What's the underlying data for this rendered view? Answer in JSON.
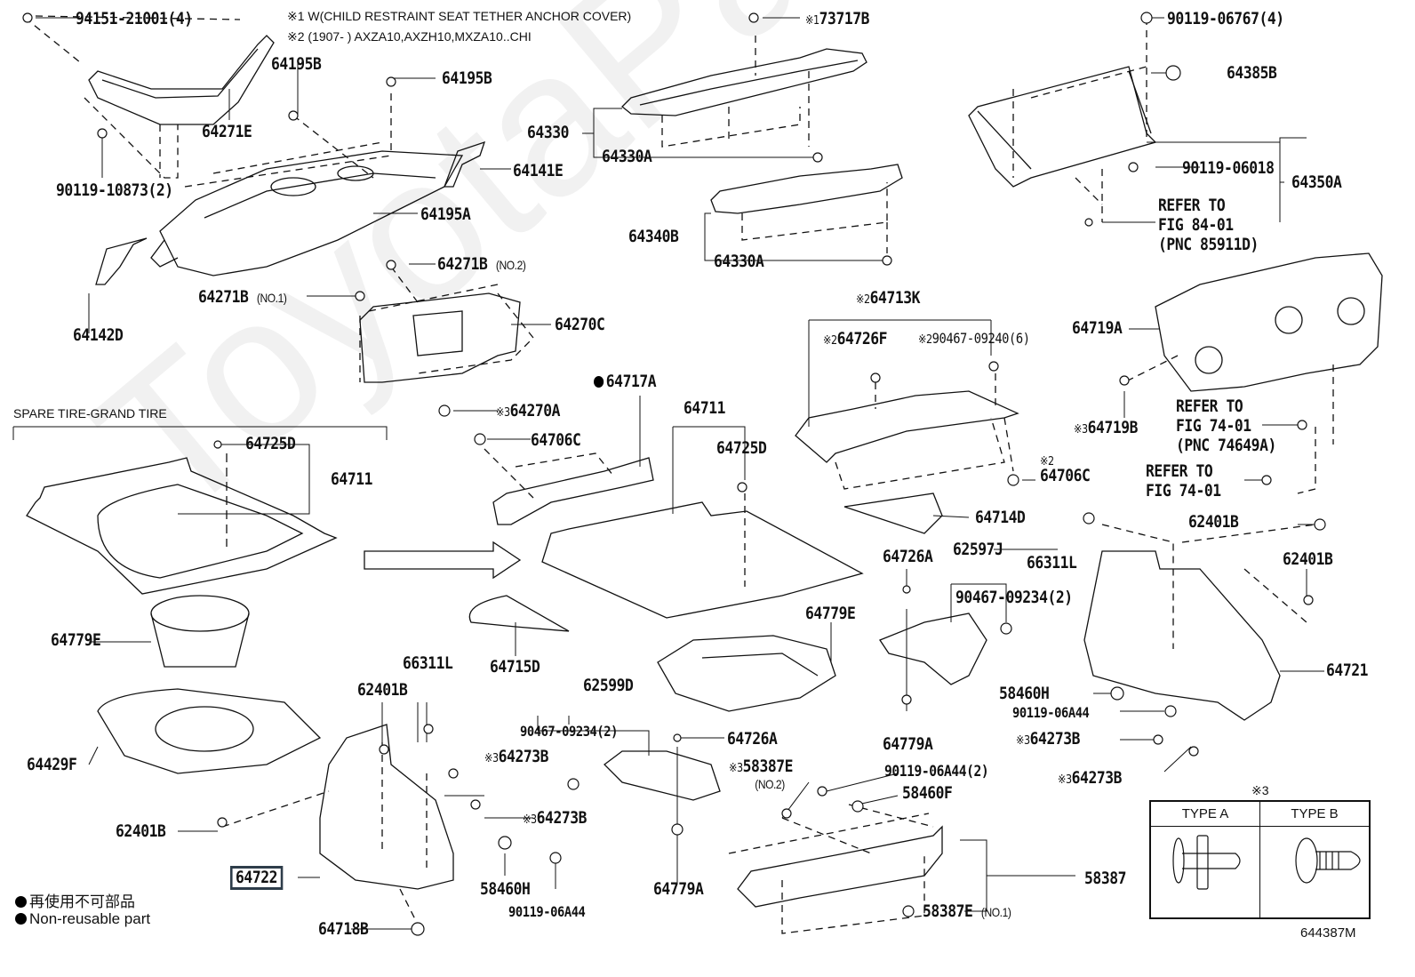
{
  "diagram": {
    "figure_code": "644387M",
    "watermark": "ToyotaPartsMirror",
    "notes": {
      "note1": "※1 W(CHILD RESTRAINT SEAT TETHER ANCHOR COVER)",
      "note2": "※2 (1907-      ) AXZA10,AXZH10,MXZA10..CHI",
      "spare_tire_group": "SPARE TIRE-GRAND TIRE"
    },
    "legend": {
      "jp": "再使用不可部品",
      "en": "Non-reusable part"
    },
    "type_table": {
      "mark": "※3",
      "type_a": "TYPE A",
      "type_b": "TYPE B"
    },
    "labels": {
      "p94151": "94151-21001(4)",
      "p64195B_a": "64195B",
      "p64195B_b": "64195B",
      "p64271E": "64271E",
      "p90119_10873": "90119-10873(2)",
      "p64141E": "64141E",
      "p64195A": "64195A",
      "p64142D": "64142D",
      "p64271B_no2": "64271B",
      "p64271B_no2_sub": "(NO.2)",
      "p64271B_no1": "64271B",
      "p64271B_no1_sub": "(NO.1)",
      "p64270C": "64270C",
      "p64270A_mark": "※3",
      "p64270A": "64270A",
      "p73717B_mark": "※1",
      "p73717B": "73717B",
      "p64330": "64330",
      "p64330A_a": "64330A",
      "p64340B": "64340B",
      "p64330A_b": "64330A",
      "p90119_06767": "90119-06767(4)",
      "p64385B": "64385B",
      "p90119_06018": "90119-06018",
      "p64350A": "64350A",
      "refer_84_01_a": "REFER TO",
      "refer_84_01_b": "FIG 84-01",
      "refer_84_01_c": "(PNC 85911D)",
      "p64713K_mark": "※2",
      "p64713K": "64713K",
      "p64726F_mark": "※2",
      "p64726F": "64726F",
      "p90467_09240_mark": "※2",
      "p90467_09240": "90467-09240(6)",
      "p64719A": "64719A",
      "p64719B_mark": "※3",
      "p64719B": "64719B",
      "refer_74_01_a1": "REFER TO",
      "refer_74_01_a2": "FIG 74-01",
      "refer_74_01_a3": "(PNC 74649A)",
      "refer_74_01_b1": "REFER TO",
      "refer_74_01_b2": "FIG 74-01",
      "p64706C_mark": "※2",
      "p64706C_right": "64706C",
      "p64717A": "64717A",
      "p64706C_left": "64706C",
      "p64711_top": "64711",
      "p64725D_mid": "64725D",
      "p64725D_left": "64725D",
      "p64711_left": "64711",
      "p64714D": "64714D",
      "p64726A_right": "64726A",
      "p62597J": "62597J",
      "p90467_09234_right": "90467-09234(2)",
      "p66311L_right": "66311L",
      "p62401B_r1": "62401B",
      "p62401B_r2": "62401B",
      "p64779E_left": "64779E",
      "p64715D": "64715D",
      "p64779E_mid": "64779E",
      "p64721": "64721",
      "p58460H_right": "58460H",
      "p90119_06A44_right": "90119-06A44",
      "p64273B_r1_mark": "※3",
      "p64273B_r1": "64273B",
      "p64273B_r2_mark": "※3",
      "p64273B_r2": "64273B",
      "p64779A_right": "64779A",
      "p66311L_left": "66311L",
      "p62401B_left_top": "62401B",
      "p62599D": "62599D",
      "p90467_09234_left": "90467-09234(2)",
      "p64429F": "64429F",
      "p64273B_l1_mark": "※3",
      "p64273B_l1": "64273B",
      "p64726A_mid": "64726A",
      "p58387E_no2_mark": "※3",
      "p58387E_no2": "58387E",
      "p58387E_no2_sub": "(NO.2)",
      "p90119_06A44_2": "90119-06A44(2)",
      "p58460F": "58460F",
      "p62401B_left_bot": "62401B",
      "p64273B_l2_mark": "※3",
      "p64273B_l2": "64273B",
      "p64722": "64722",
      "p58460H_left": "58460H",
      "p90119_06A44_left": "90119-06A44",
      "p64779A_mid": "64779A",
      "p58387": "58387",
      "p64718B": "64718B",
      "p58387E_no1": "58387E",
      "p58387E_no1_sub": "(NO.1)"
    }
  }
}
